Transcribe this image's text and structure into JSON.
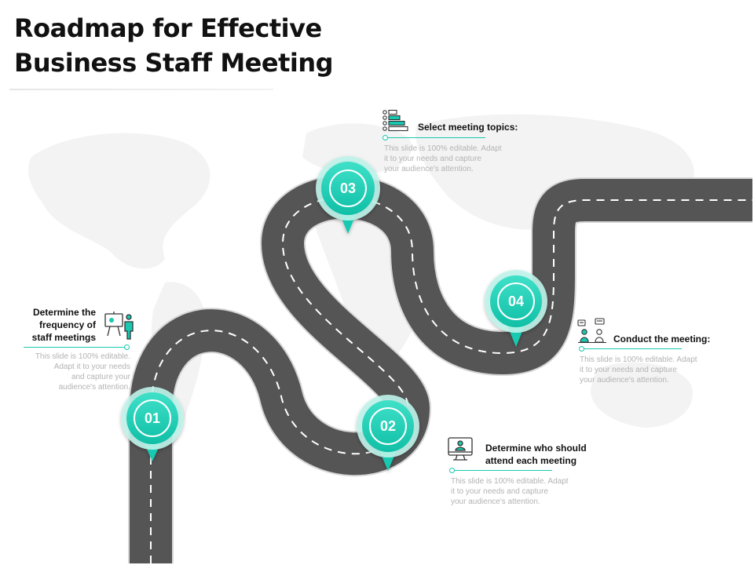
{
  "title": {
    "line1": "Roadmap for Effective",
    "line2": "Business Staff Meeting"
  },
  "colors": {
    "accent": "#19c9b0",
    "road": "#555555",
    "text": "#111111",
    "muted": "#b3b3b3"
  },
  "steps": [
    {
      "number": "01",
      "heading_line1": "Determine the",
      "heading_line2": "frequency of",
      "heading_line3": "staff meetings",
      "body_line1": "This slide is 100% editable.",
      "body_line2": "Adapt it to your needs",
      "body_line3": "and capture your",
      "body_line4": "audience's attention.",
      "icon": "presentation-icon"
    },
    {
      "number": "02",
      "heading_line1": "Determine who should",
      "heading_line2": "attend each meeting",
      "body_line1": "This slide is 100% editable. Adapt",
      "body_line2": "it to your needs and capture",
      "body_line3": "your audience's attention.",
      "icon": "monitor-user-icon"
    },
    {
      "number": "03",
      "heading_line1": "Select meeting topics:",
      "body_line1": "This slide is 100% editable. Adapt",
      "body_line2": "it to your needs and capture",
      "body_line3": "your audience's attention.",
      "icon": "list-bars-icon"
    },
    {
      "number": "04",
      "heading_line1": "Conduct the meeting:",
      "body_line1": "This slide is 100% editable. Adapt",
      "body_line2": "it to your needs and capture",
      "body_line3": "your audience's attention.",
      "icon": "meeting-people-icon"
    }
  ]
}
